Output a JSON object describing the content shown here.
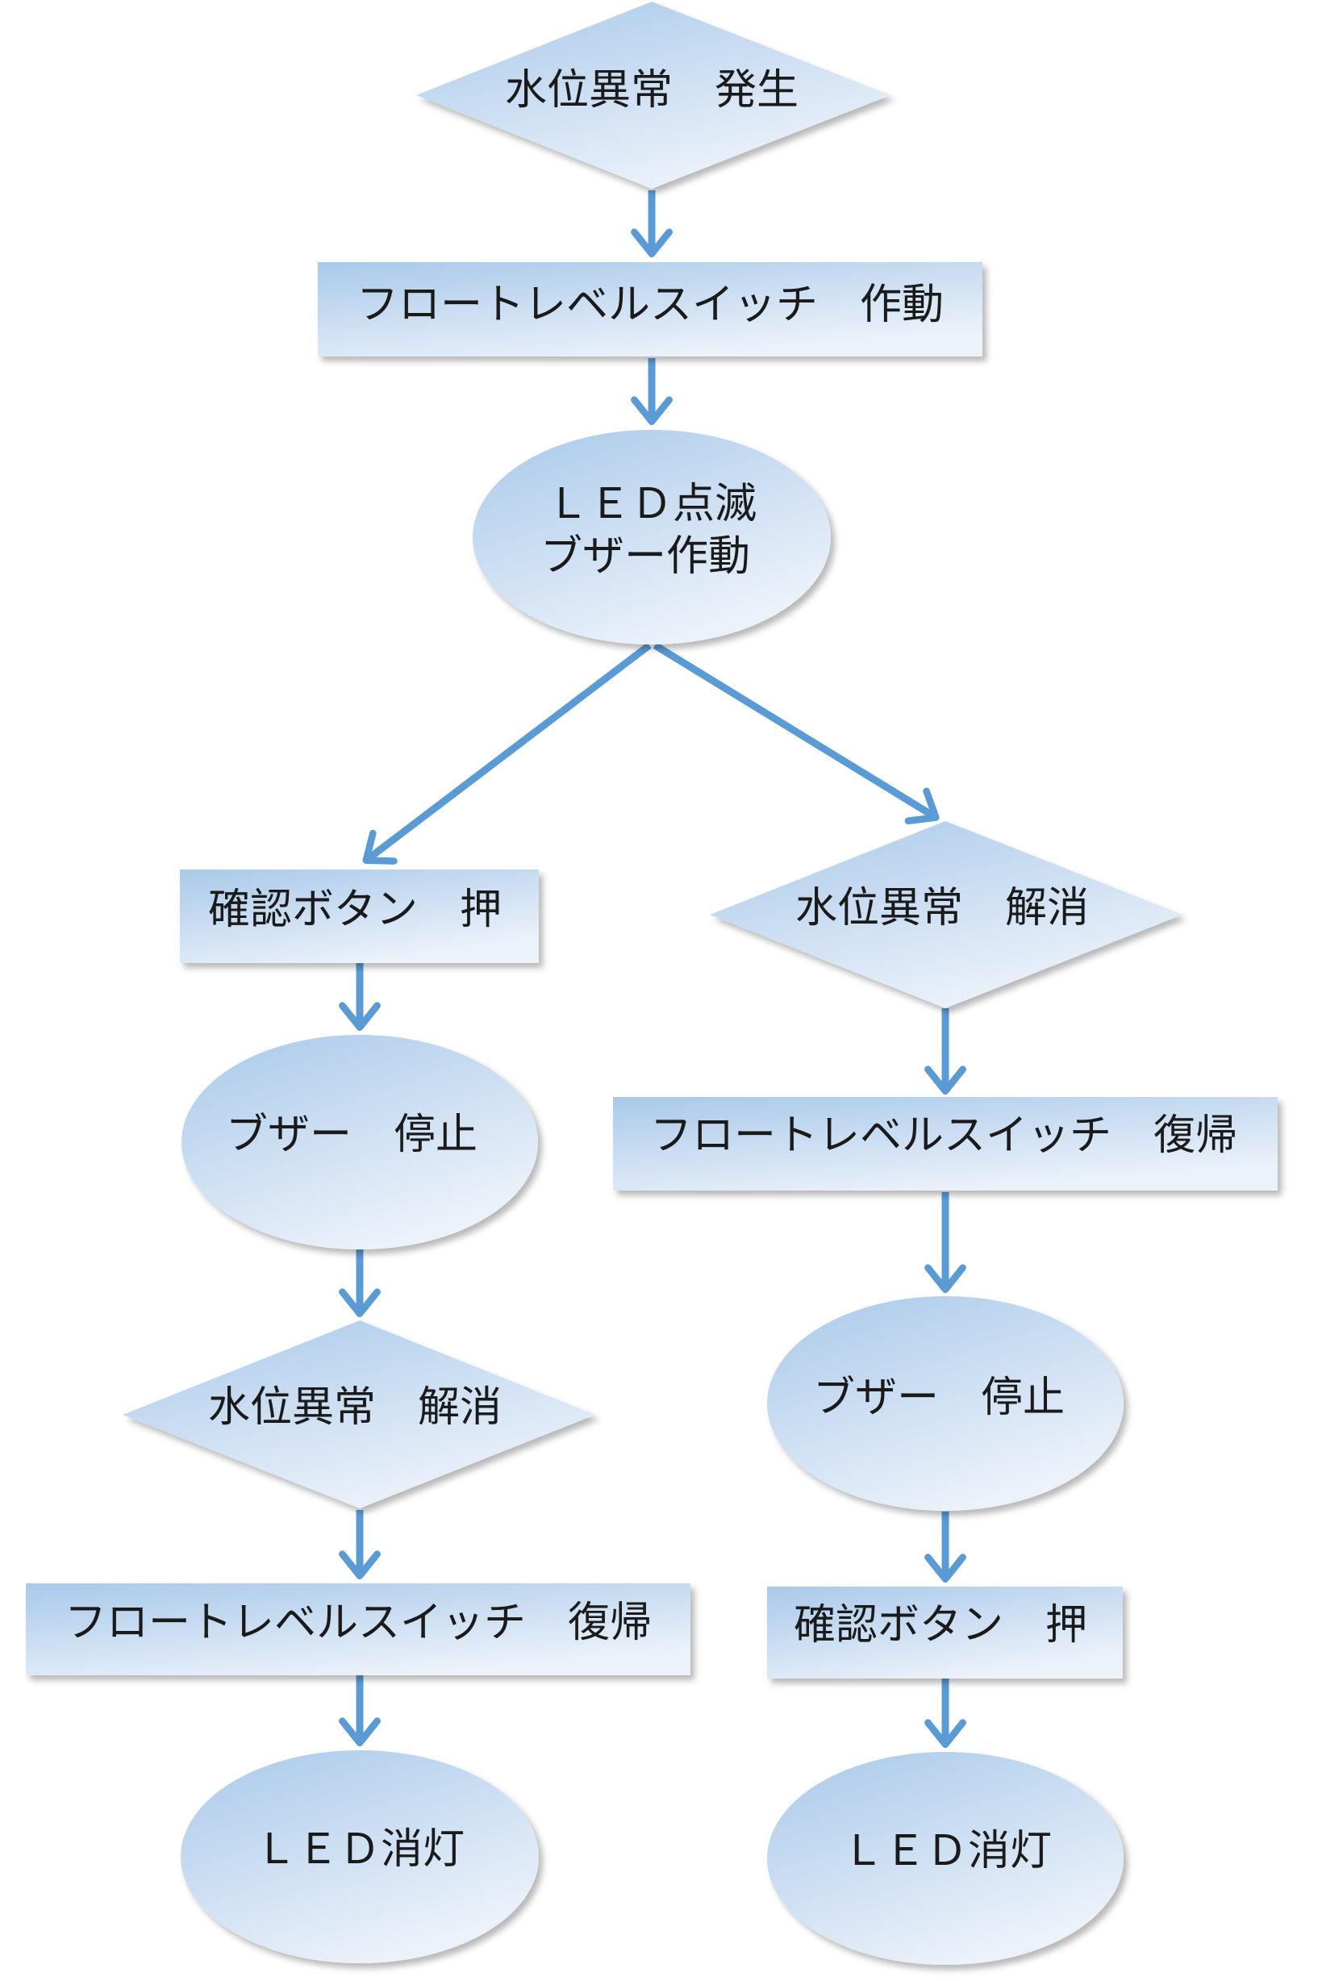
{
  "nodes": {
    "start": {
      "shape": "diamond",
      "text": "水位異常　発生"
    },
    "float_on": {
      "shape": "rect",
      "text": "フロートレベルスイッチ　作動"
    },
    "led_buzzer": {
      "shape": "ellipse",
      "lines": [
        "ＬＥＤ点滅",
        "ブザー作動"
      ]
    },
    "left_confirm": {
      "shape": "rect",
      "text": "確認ボタン　押"
    },
    "left_buzzer_stop": {
      "shape": "ellipse",
      "text": "ブザー　停止"
    },
    "left_resolved": {
      "shape": "diamond",
      "text": "水位異常　解消"
    },
    "left_float_reset": {
      "shape": "rect",
      "text": "フロートレベルスイッチ　復帰"
    },
    "left_led_off": {
      "shape": "ellipse",
      "text": "ＬＥＤ消灯"
    },
    "right_resolved": {
      "shape": "diamond",
      "text": "水位異常　解消"
    },
    "right_float_reset": {
      "shape": "rect",
      "text": "フロートレベルスイッチ　復帰"
    },
    "right_buzzer_stop": {
      "shape": "ellipse",
      "text": "ブザー　停止"
    },
    "right_confirm": {
      "shape": "rect",
      "text": "確認ボタン　押"
    },
    "right_led_off": {
      "shape": "ellipse",
      "text": "ＬＥＤ消灯"
    }
  },
  "edges": [
    [
      "start",
      "float_on"
    ],
    [
      "float_on",
      "led_buzzer"
    ],
    [
      "led_buzzer",
      "left_confirm"
    ],
    [
      "led_buzzer",
      "right_resolved"
    ],
    [
      "left_confirm",
      "left_buzzer_stop"
    ],
    [
      "left_buzzer_stop",
      "left_resolved"
    ],
    [
      "left_resolved",
      "left_float_reset"
    ],
    [
      "left_float_reset",
      "left_led_off"
    ],
    [
      "right_resolved",
      "right_float_reset"
    ],
    [
      "right_float_reset",
      "right_buzzer_stop"
    ],
    [
      "right_buzzer_stop",
      "right_confirm"
    ],
    [
      "right_confirm",
      "right_led_off"
    ]
  ],
  "colors": {
    "fill_top": "#a9c9ea",
    "fill_bottom": "#ecf2fa",
    "connector": "#5b9bd5",
    "text": "#1a1a1a"
  }
}
